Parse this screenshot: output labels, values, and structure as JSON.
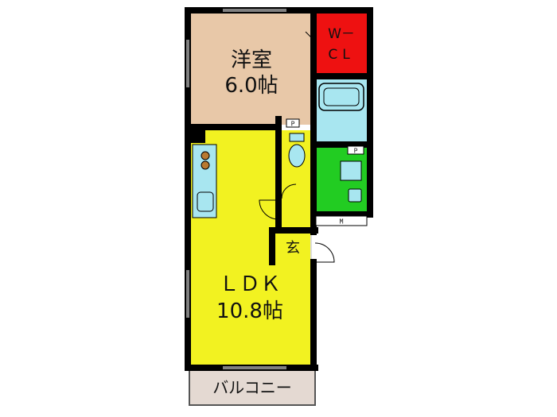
{
  "rooms": {
    "western": {
      "name": "洋室",
      "size": "6.0帖"
    },
    "walk_in_closet": {
      "line1": "W－",
      "line2": "CL"
    },
    "ldk": {
      "name": "ＬＤＫ",
      "size": "10.8帖"
    },
    "entrance": {
      "name": "玄"
    },
    "balcony": {
      "name": "バルコニー"
    }
  },
  "markers": {
    "pipe_space_1": "P",
    "pipe_space_2": "P",
    "meter_box": "M"
  },
  "colors": {
    "western": "#e8c8a8",
    "walk_in_closet": "#ee1111",
    "ldk": "#f2f221",
    "bath": "#a8e6f0",
    "toilet": "#a8e6f0",
    "washroom": "#22cc22",
    "entrance_hall": "#f4c84a",
    "genkan": "#dddddd",
    "balcony": "#e4d9d2",
    "wall": "#000000"
  },
  "icons": [
    "bathtub-icon",
    "toilet-icon",
    "sink-icon",
    "stove-icon",
    "kitchen-sink-icon",
    "washbasin-icon",
    "washing-machine-icon",
    "door-swing-icon"
  ]
}
